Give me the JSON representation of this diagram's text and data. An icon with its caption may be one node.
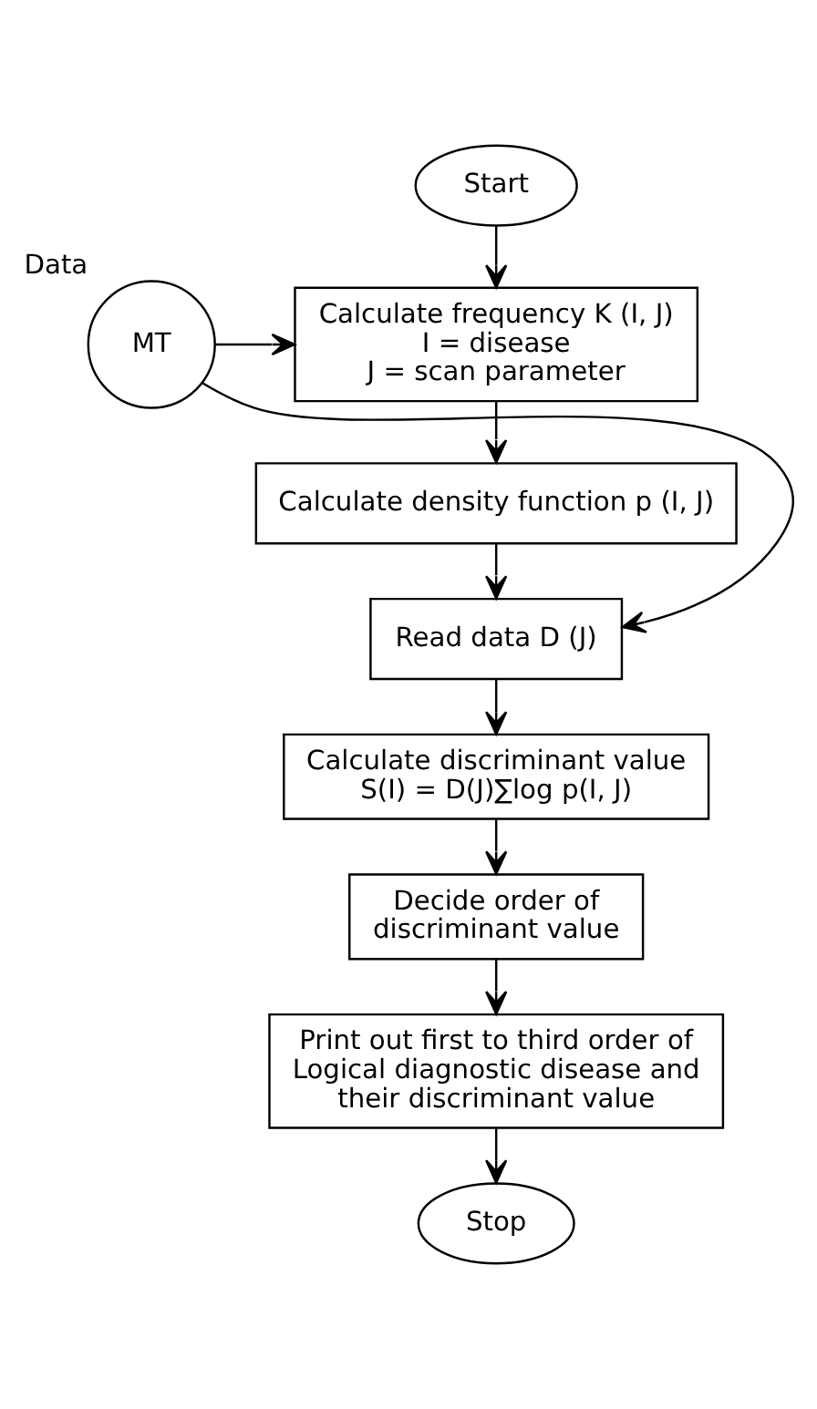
{
  "diagram": {
    "nodes": [
      {
        "text": [
          "Start"
        ]
      },
      {
        "text": [
          "MT"
        ],
        "beside": [
          "Data"
        ]
      },
      {
        "text": [
          "Calculate frequency K (I, J)",
          "I = disease",
          "J = scan parameter"
        ]
      },
      {
        "text": [
          "Calculate density function p (I, J)"
        ]
      },
      {
        "text": [
          "Read data D (J)"
        ]
      },
      {
        "text": [
          "Calculate discriminant value S(I) = D(J)∑log p(I, J)"
        ]
      },
      {
        "text": [
          "Decide order of discriminant value"
        ]
      },
      {
        "text": [
          "Print out first to third order of Logical diagnostic disease and their discriminant value"
        ]
      },
      {
        "text": [
          "Stop"
        ]
      }
    ],
    "edges": [
      {
        "from": 0,
        "to": 2,
        "arrow": "to"
      },
      {
        "from": 1,
        "to": 2,
        "arrow": "to"
      },
      {
        "from": 1,
        "to": 4,
        "arrow": "to"
      },
      {
        "from": 2,
        "to": 3,
        "arrow": "to"
      },
      {
        "from": 3,
        "to": 4,
        "arrow": "to"
      },
      {
        "from": 4,
        "to": 5,
        "arrow": "to"
      },
      {
        "from": 5,
        "to": 6,
        "arrow": "to"
      },
      {
        "from": 6,
        "to": 7,
        "arrow": "to"
      },
      {
        "from": 7,
        "to": 8,
        "arrow": "to"
      }
    ]
  }
}
